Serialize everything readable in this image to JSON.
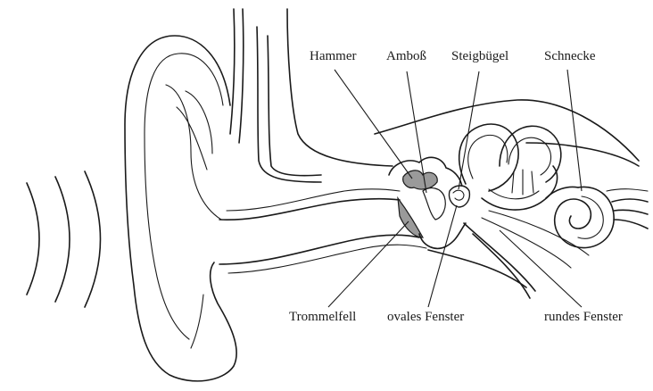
{
  "diagram": {
    "background": "#ffffff",
    "ink_color": "#1a1a1a",
    "shade_color": "#9a9a9a",
    "labels": {
      "hammer": "Hammer",
      "amboss": "Amboß",
      "steigbuegel": "Steigbügel",
      "schnecke": "Schnecke",
      "trommelfell": "Trommelfell",
      "ovales_fenster": "ovales Fenster",
      "rundes_fenster": "rundes Fenster"
    }
  }
}
